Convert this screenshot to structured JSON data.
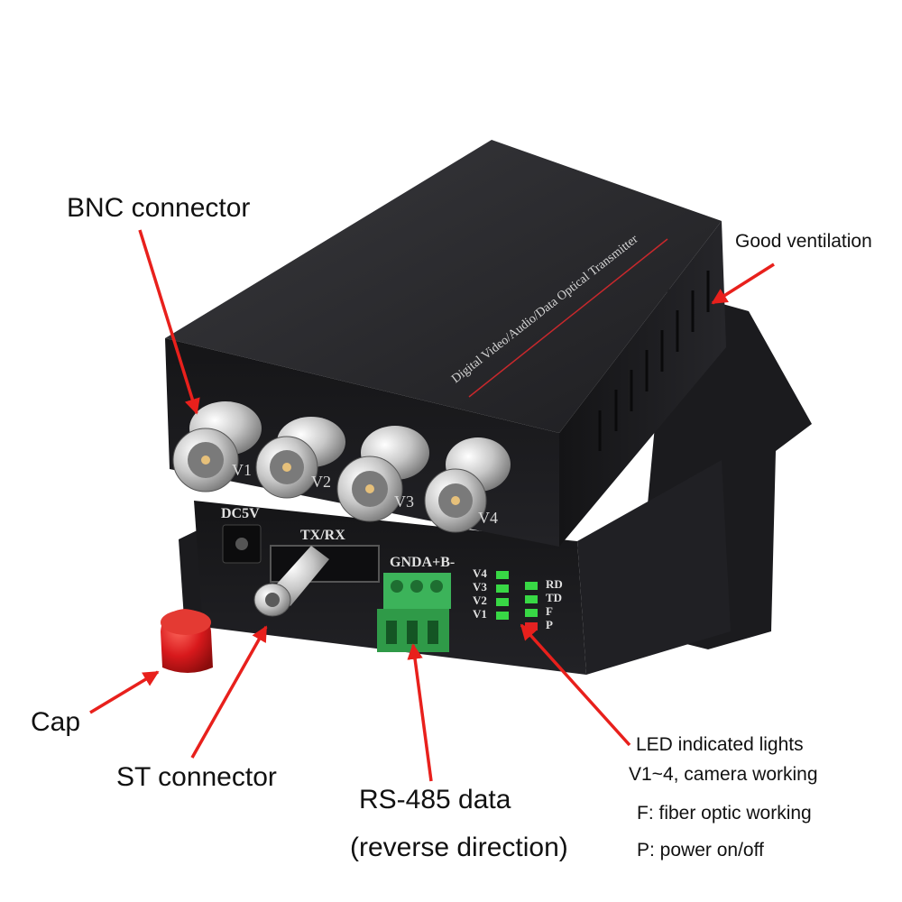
{
  "callouts": {
    "bnc_connector": "BNC connector",
    "good_ventilation": "Good ventilation",
    "cap": "Cap",
    "st_connector": "ST connector",
    "rs485_line1": "RS-485 data",
    "rs485_line2": "(reverse direction)",
    "led_title": "LED indicated lights",
    "led_v": "V1~4, camera working",
    "led_f": "F: fiber optic working",
    "led_p": "P: power on/off"
  },
  "device": {
    "top_label": "Digital Video/Audio/Data Optical Transmitter",
    "bnc_labels": [
      "V1",
      "V2",
      "V3",
      "V4"
    ],
    "dc_label": "DC5V",
    "fiber_label": "TX/RX",
    "terminal_label": "GNDA+B-",
    "led_left_labels": [
      "V4",
      "V3",
      "V2",
      "V1"
    ],
    "led_right_labels": [
      "RD",
      "TD",
      "F",
      "P"
    ]
  },
  "colors": {
    "arrow": "#e8201c",
    "case_top": "#2b2b2e",
    "case_front": "#1c1c1f",
    "terminal": "#3cb35a",
    "cap": "#d8191c",
    "led_green": "#38d845",
    "led_red": "#e42222"
  }
}
